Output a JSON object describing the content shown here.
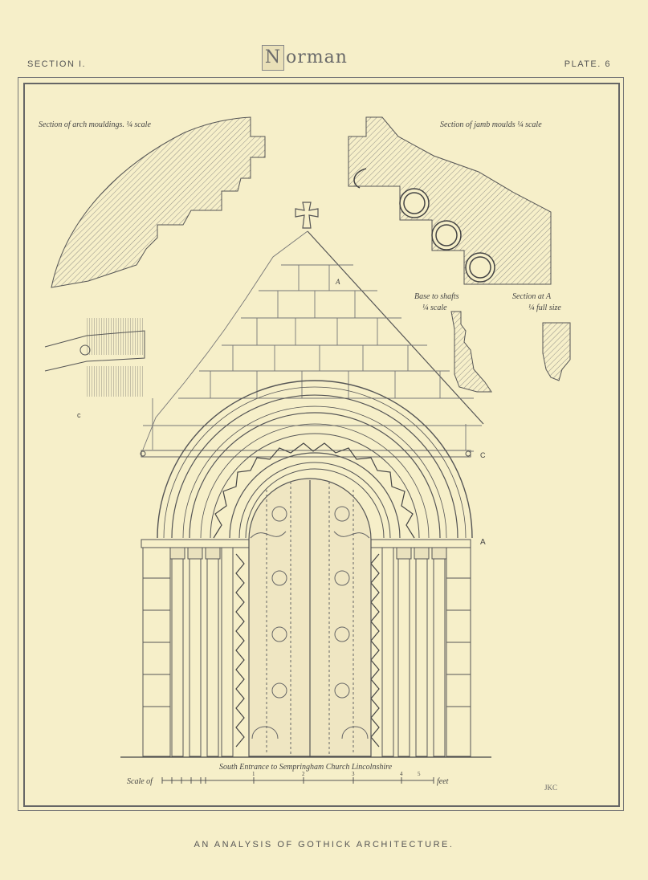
{
  "header": {
    "section": "SECTION I.",
    "plate": "PLATE. 6",
    "title_initial": "N",
    "title_rest": "orman"
  },
  "labels": {
    "arch_mouldings": "Section of arch mouldings. ¼ scale",
    "jamb_mouldings": "Section of jamb moulds ¼ scale",
    "base_to_shafts": "Base to shafts",
    "base_scale": "¼ scale",
    "section_at_a": "Section at A",
    "section_at_a_scale": "¼ full size",
    "letter_a_top": "A",
    "letter_c_left": "c",
    "letter_c_right": "C",
    "letter_a_right": "A"
  },
  "caption": "South Entrance to Sempringham Church Lincolnshire",
  "scale": {
    "prefix": "Scale of",
    "ticks": [
      "1",
      "2",
      "3",
      "4",
      "5"
    ],
    "suffix": "feet"
  },
  "monogram": "JKC",
  "footer": "AN ANALYSIS OF GOTHICK ARCHITECTURE."
}
